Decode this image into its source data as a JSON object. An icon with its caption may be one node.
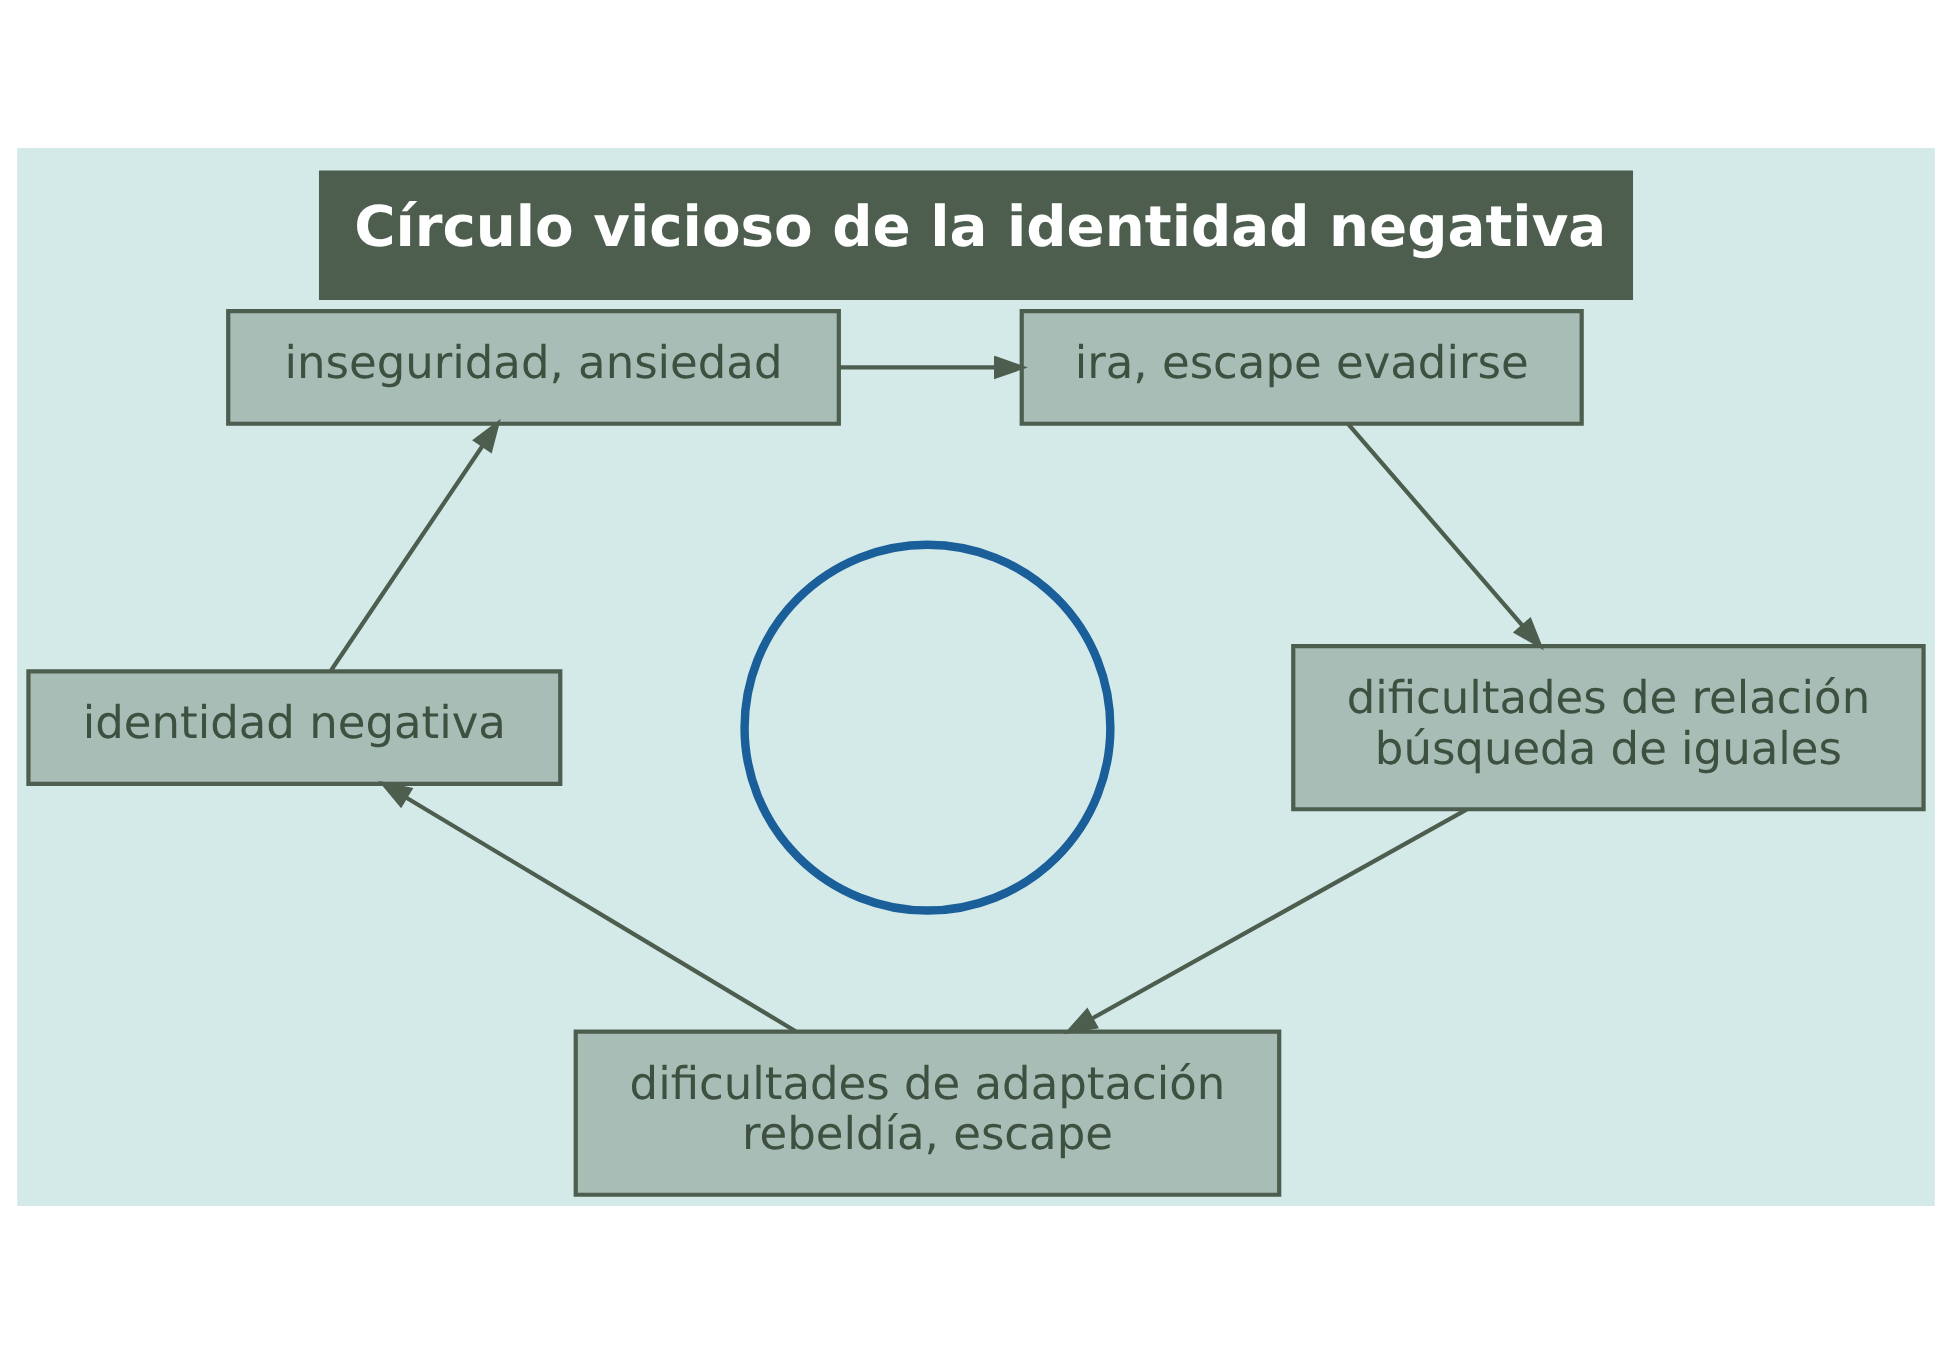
{
  "diagram": {
    "title": "Círculo vicioso de la identidad negativa",
    "nodes": [
      {
        "text": [
          "inseguridad, ansiedad"
        ]
      },
      {
        "text": [
          "ira, escape evadirse"
        ]
      },
      {
        "text": [
          "identidad negativa"
        ]
      },
      {
        "text": [],
        "shape": "circle"
      },
      {
        "text": [
          "dificultades de relación búsqueda de iguales"
        ]
      },
      {
        "text": [
          "dificultades de adaptación rebeldía, escape"
        ]
      }
    ],
    "edges": [
      {
        "from": 0,
        "to": 1,
        "arrow": "to"
      },
      {
        "from": 1,
        "to": 4,
        "arrow": "to"
      },
      {
        "from": 4,
        "to": 5,
        "arrow": "to"
      },
      {
        "from": 5,
        "to": 2,
        "arrow": "to"
      },
      {
        "from": 2,
        "to": 0,
        "arrow": "to"
      }
    ]
  }
}
